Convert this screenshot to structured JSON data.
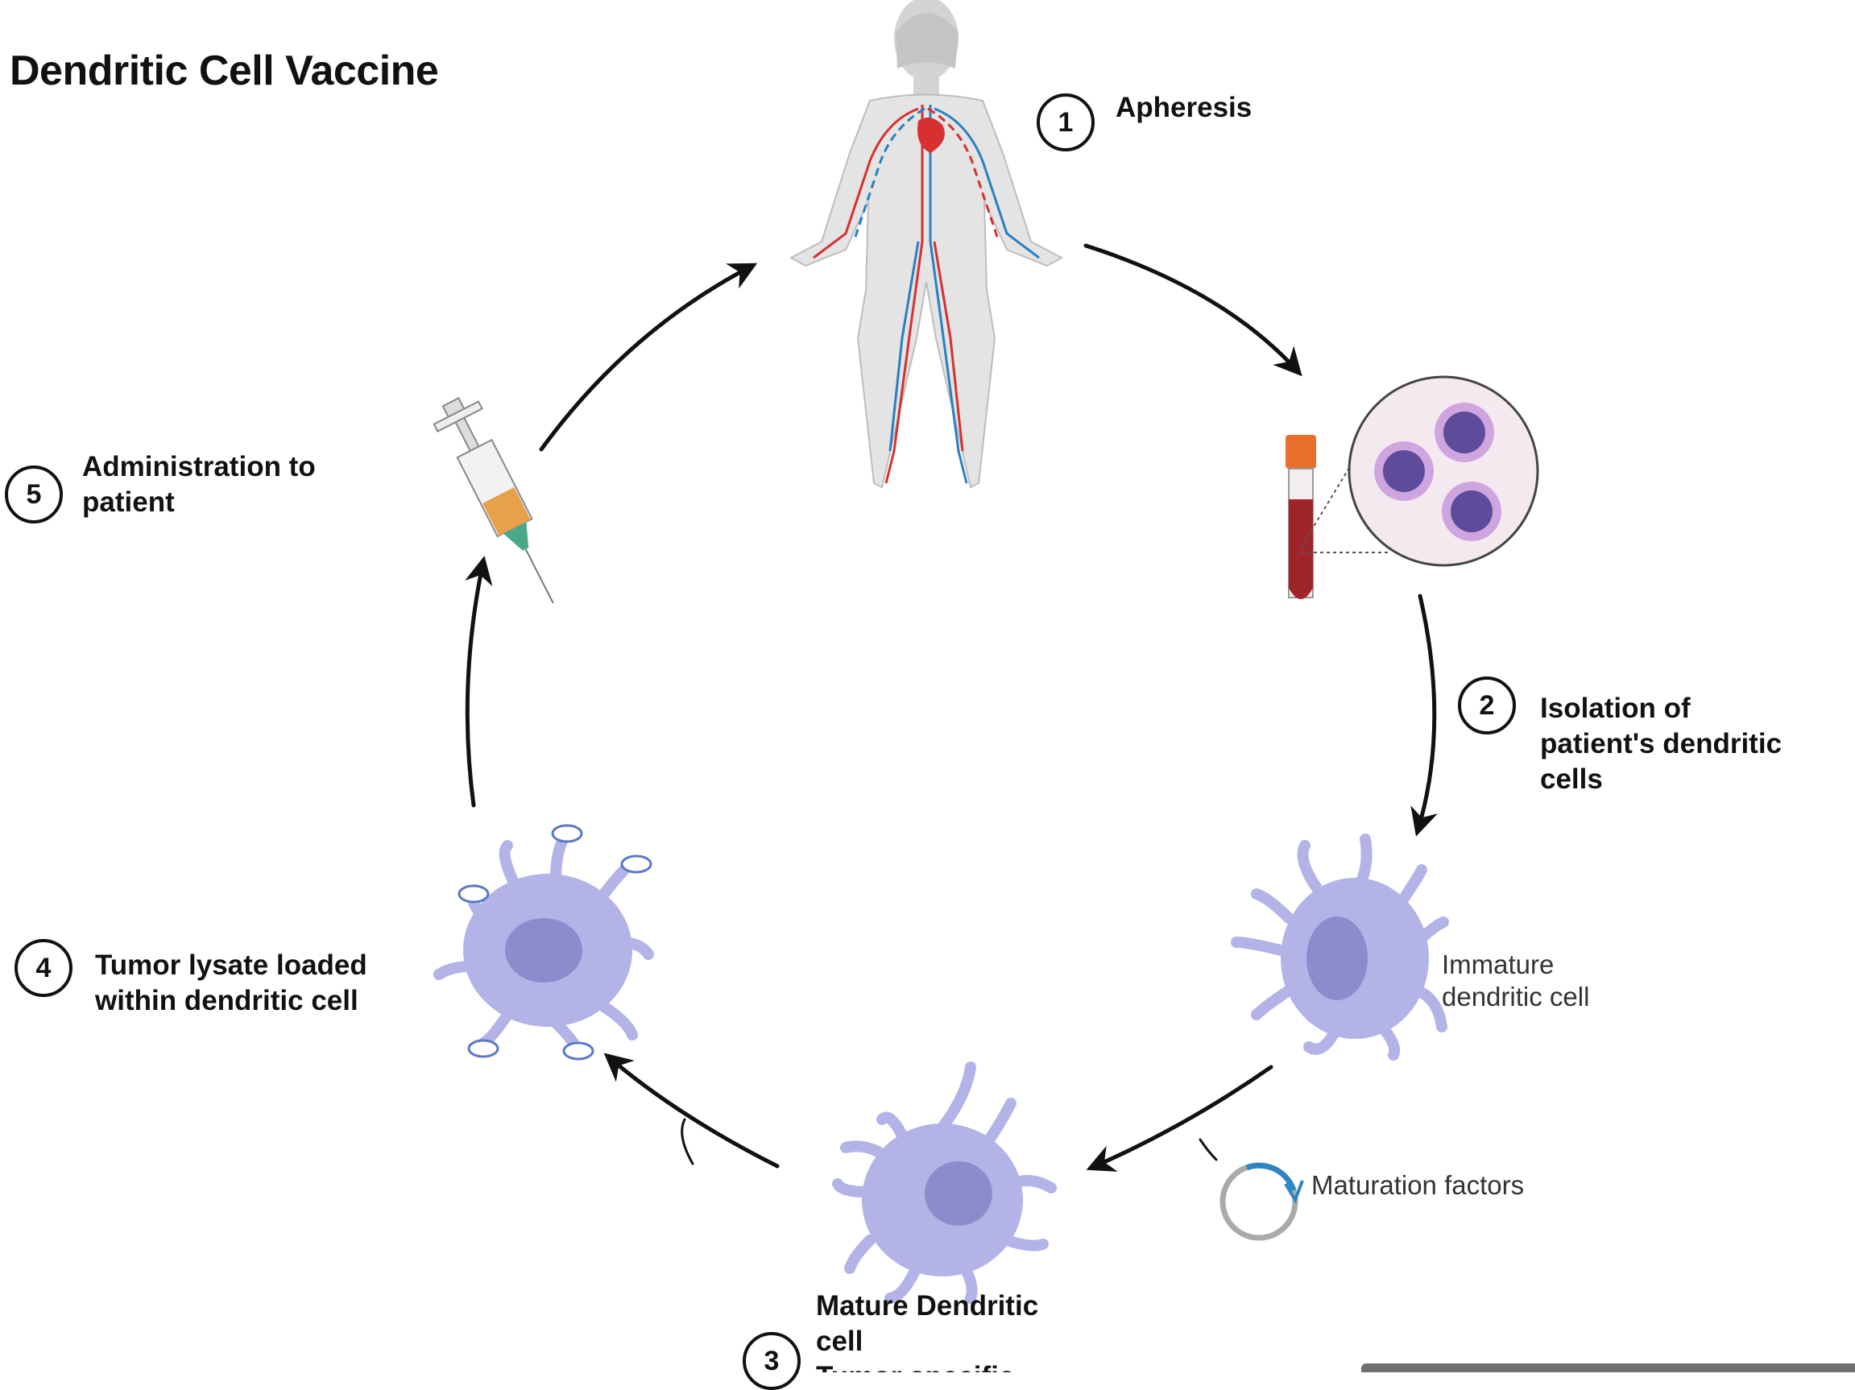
{
  "title": "Dendritic Cell Vaccine",
  "steps": [
    {
      "number": "1",
      "label_lines": [
        "Apheresis"
      ]
    },
    {
      "number": "2",
      "label_lines": [
        "Isolation of",
        "patient's  dendritic",
        "cells"
      ]
    },
    {
      "number": "3",
      "label_lines": [
        "Mature Dendritic",
        "cell",
        "Tumor specific"
      ]
    },
    {
      "number": "4",
      "label_lines": [
        "Tumor lysate loaded",
        "within dendritic cell"
      ]
    },
    {
      "number": "5",
      "label_lines": [
        "Administration to",
        "patient"
      ]
    }
  ],
  "labels": {
    "immature_cell": [
      "Immature",
      "dendritic cell"
    ],
    "maturation_factors": "Maturation factors"
  },
  "icons": [
    "human-body-circulation-icon",
    "blood-tube-icon",
    "magnified-cells-icon",
    "immature-dendritic-cell-icon",
    "mature-dendritic-cell-icon",
    "loaded-dendritic-cell-icon",
    "syringe-icon",
    "maturation-cycle-icon"
  ],
  "colors": {
    "cell_fill": "#b3b3e8",
    "cell_nucleus": "#8c8ccd",
    "artery": "#d63031",
    "vein": "#2a7fc1",
    "tube_cap": "#e8702a",
    "blood": "#a0252b",
    "syringe_liquid": "#e8a04a",
    "maturation_arc": "#2e86c1"
  }
}
